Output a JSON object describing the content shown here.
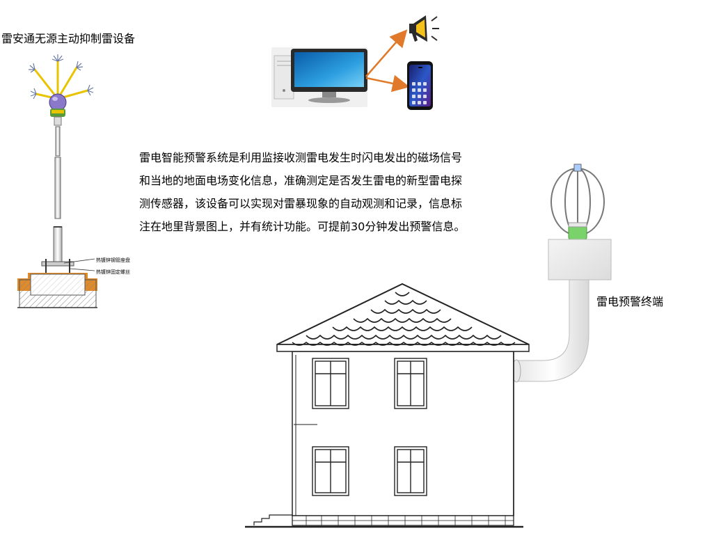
{
  "left_device": {
    "title": "雷安通无源主动抑制雷设备",
    "annotations": [
      "热镀锌钢管座盘",
      "热镀锌固定螺丝"
    ]
  },
  "description": {
    "lines": [
      "雷电智能预警系统是利用监接收测雷电发生时闪电发出的磁场信号",
      "和当地的地面电场变化信息，准确测定是否发生雷电的新型雷电探",
      "测传感器，该设备可以实现对雷暴现象的自动观测和记录，信息标",
      "注在地里背景图上，并有统计功能。可提前30分钟发出预警信息。"
    ]
  },
  "terminal": {
    "label": "雷电预警终端"
  },
  "colors": {
    "arrow": "#e07a2a",
    "pole": "#666666",
    "base": "#e08a2a",
    "roof": "#222222"
  }
}
